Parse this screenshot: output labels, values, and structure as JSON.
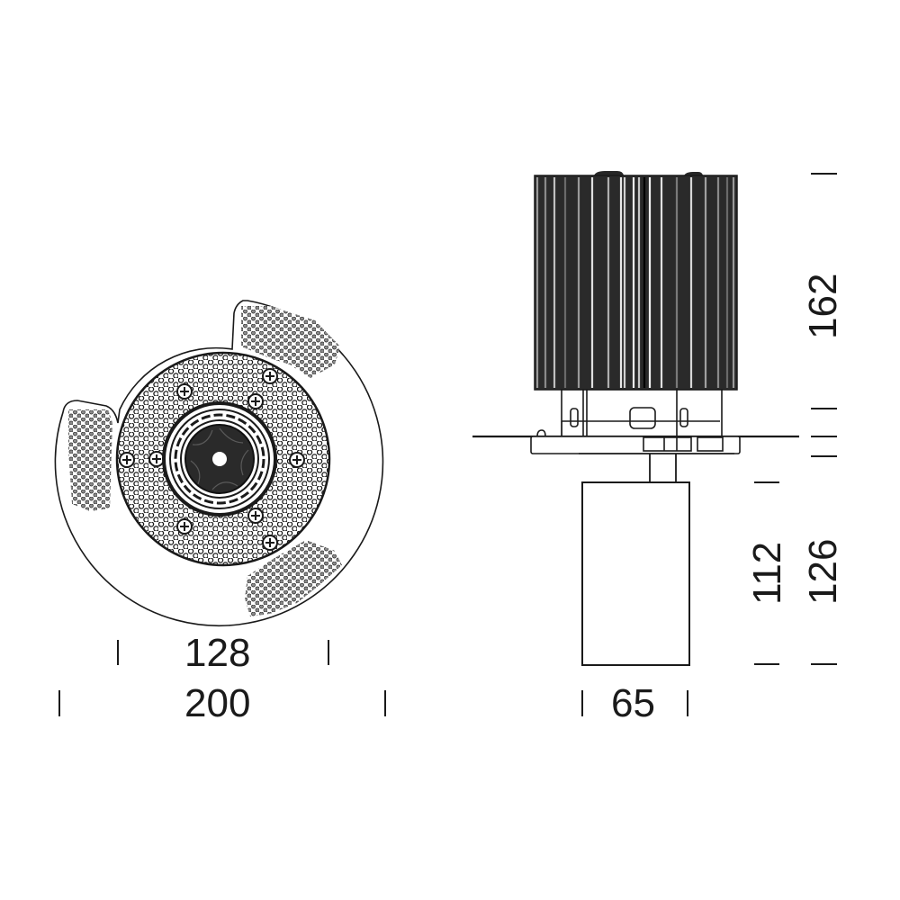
{
  "drawing": {
    "type": "recessed downlight technical dimension drawing",
    "views": [
      {
        "id": "top-view",
        "label": "plan view of fixture with perforated heat-sink disc and trim ring"
      },
      {
        "id": "side-view",
        "label": "side elevation of fixture with finned heat sink, mounting bracket and cylindrical spot"
      }
    ],
    "colors": {
      "line": "#1a1a1a",
      "heatsink_dark": "#262626",
      "heatsink_light": "#9a9a9a",
      "perforation_fill": "#8a8a8a",
      "background": "#ffffff"
    }
  },
  "dimensions": {
    "top_inner_width": "128",
    "top_outer_width": "200",
    "side_spot_width": "65",
    "side_heatsink_height": "162",
    "side_spot_height": "112",
    "side_total_lower_height": "126"
  }
}
